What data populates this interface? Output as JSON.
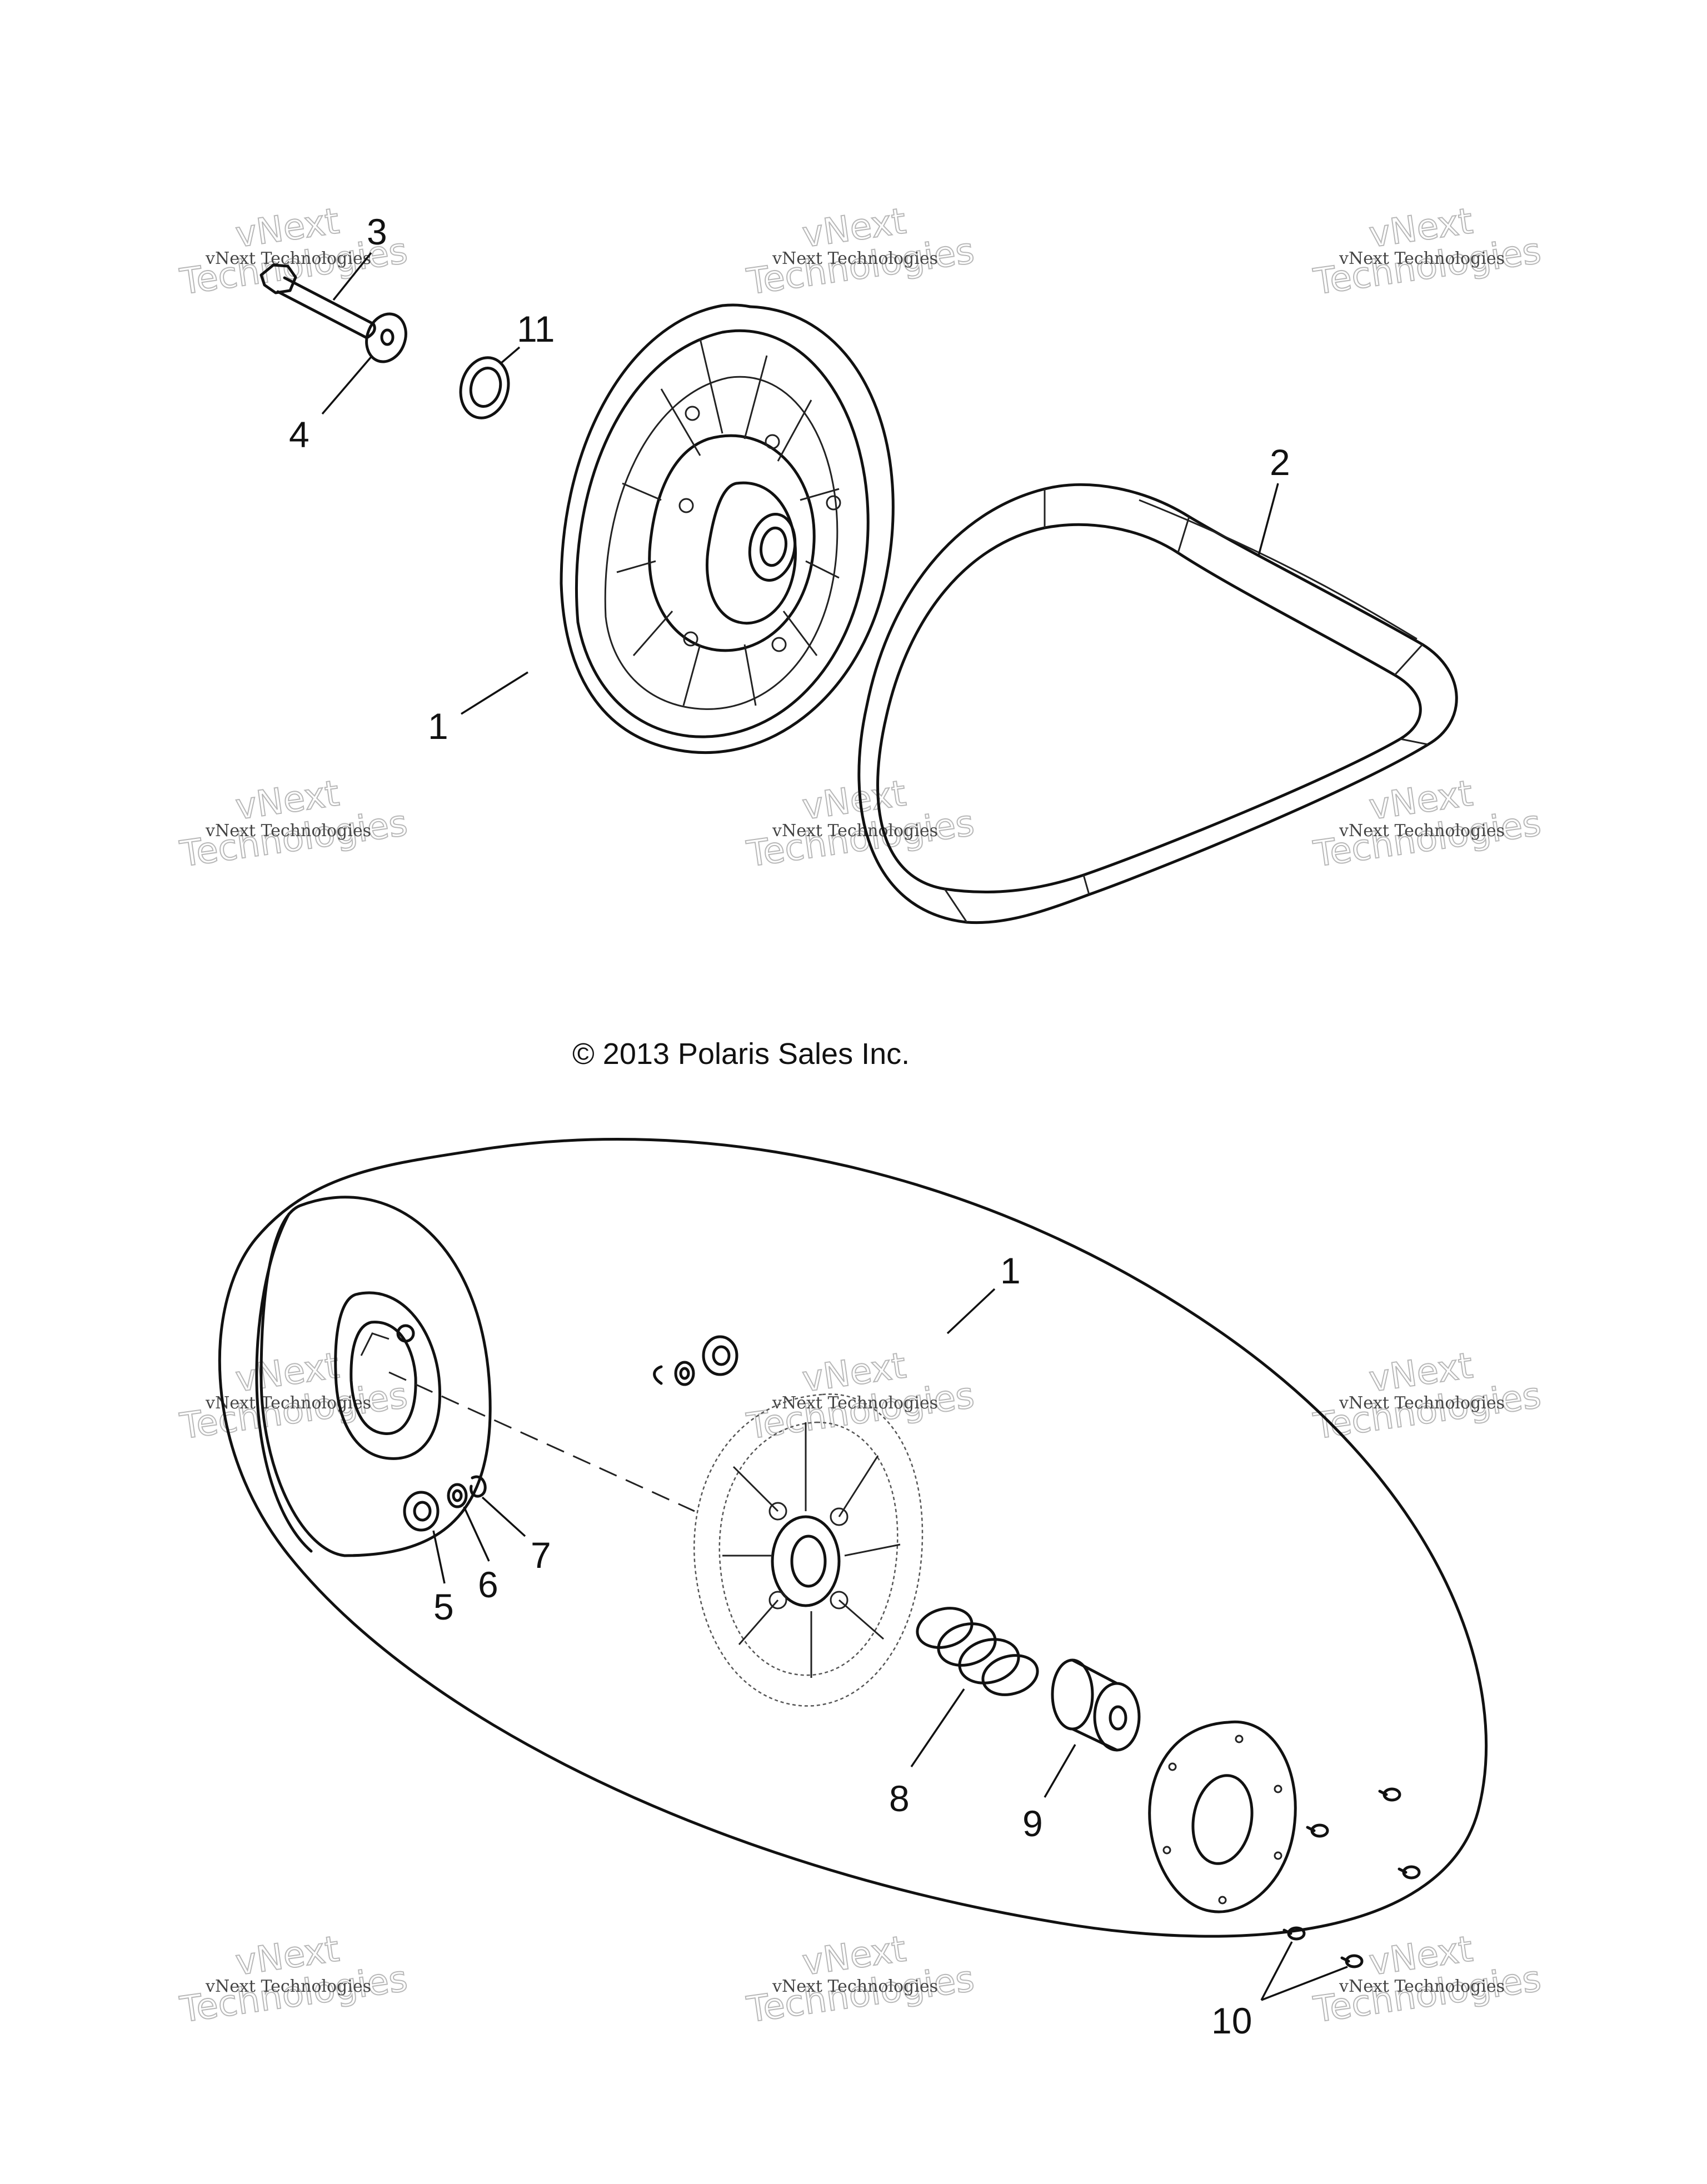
{
  "copyright": "© 2013 Polaris Sales Inc.",
  "callouts": {
    "top": [
      "3",
      "11",
      "2",
      "4",
      "1"
    ],
    "bottom": [
      "1",
      "5",
      "6",
      "7",
      "8",
      "9",
      "10"
    ]
  },
  "watermark": {
    "line1": "vNext",
    "line2": "Technologies",
    "small": "vNext Technologies"
  },
  "parts": [
    {
      "icon": "capscrew-icon"
    },
    {
      "icon": "washer-icon"
    },
    {
      "icon": "ring-icon"
    },
    {
      "icon": "driven-clutch-icon"
    },
    {
      "icon": "drive-belt-icon"
    },
    {
      "icon": "spring-icon"
    },
    {
      "icon": "bushing-icon"
    },
    {
      "icon": "cover-plate-icon"
    },
    {
      "icon": "screw-icon"
    }
  ]
}
